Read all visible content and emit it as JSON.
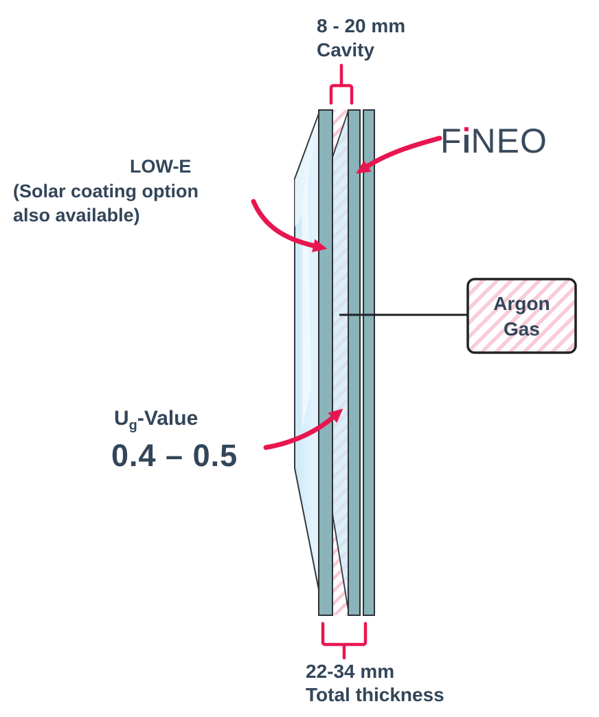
{
  "colors": {
    "text_navy": "#334659",
    "logo_navy": "#3a4a5c",
    "accent_pink": "#e81650",
    "glass_edge_teal": "#8ab3ba",
    "glass_face_blue": "#d9eefa",
    "hatch_pink": "#f7c8d6",
    "outline_dark": "#2c3135"
  },
  "labels": {
    "cavity": {
      "line1": "8 - 20 mm",
      "line2": "Cavity"
    },
    "low_e": {
      "line1": "LOW-E",
      "line2": "(Solar coating option",
      "line3": "also available)"
    },
    "ug": {
      "u": "U",
      "sub": "g",
      "rest": "-Value",
      "value": "0.4 – 0.5"
    },
    "argon": {
      "line1": "Argon",
      "line2": "Gas"
    },
    "total": {
      "line1": "22-34 mm",
      "line2": "Total thickness"
    }
  },
  "brand": {
    "name": "FiNEO",
    "part1": "F",
    "part2": "NEO"
  }
}
